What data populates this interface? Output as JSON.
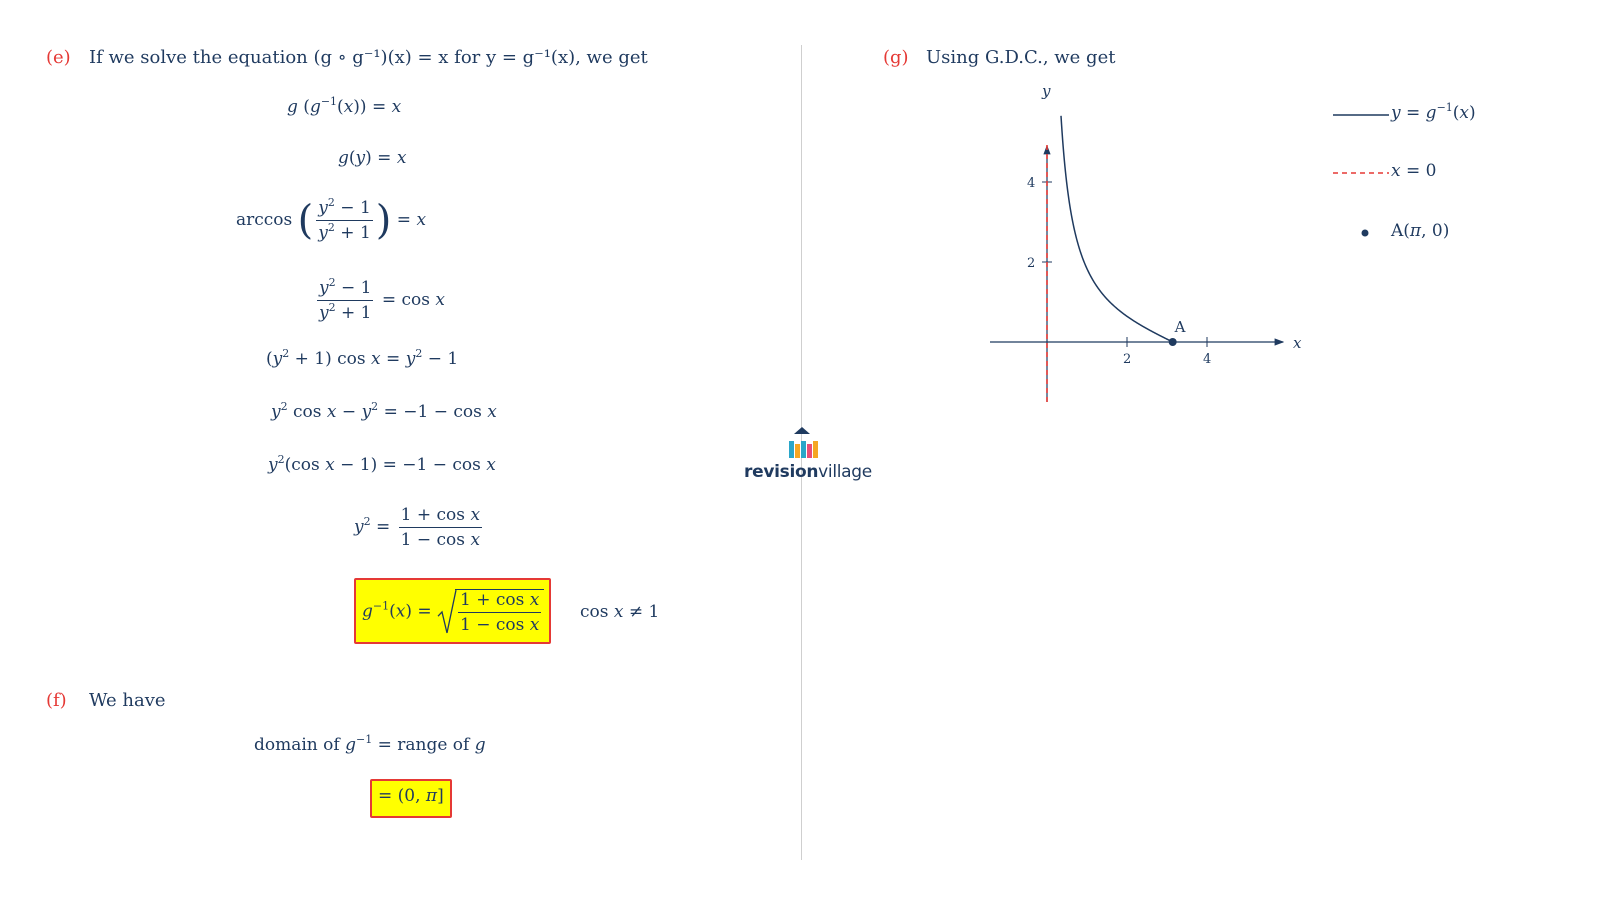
{
  "part_e": {
    "label": "(e)",
    "intro": "If we solve the equation (g ∘ g⁻¹)(x) = x for y = g⁻¹(x), we get",
    "steps": [
      "g(g⁻¹(x)) = x",
      "g(y) = x",
      "arccos((y² − 1)/(y² + 1)) = x",
      "(y² − 1)/(y² + 1) = cos x",
      "(y² + 1) cos x = y² − 1",
      "y² cos x − y² = −1 − cos x",
      "y²(cos x − 1) = −1 − cos x",
      "y² = (1 + cos x)/(1 − cos x)"
    ],
    "answer": "g⁻¹(x) = √((1 + cos x)/(1 − cos x))",
    "condition": "cos x ≠ 1"
  },
  "part_f": {
    "label": "(f)",
    "intro": "We have",
    "line1": "domain of g⁻¹ = range of g",
    "answer": "= (0, π]"
  },
  "part_g": {
    "label": "(g)",
    "intro": "Using G.D.C., we get"
  },
  "logo": {
    "bold": "revision",
    "light": "village"
  },
  "colors": {
    "text": "#1f3a5f",
    "label": "#e53935",
    "highlight": "#ffff00",
    "asymptote": "#e53935"
  },
  "chart_data": {
    "type": "line",
    "xlabel": "x",
    "ylabel": "y",
    "xlim": [
      -1.5,
      6
    ],
    "ylim": [
      -1.5,
      5
    ],
    "x_ticks": [
      2,
      4
    ],
    "y_ticks": [
      2,
      4
    ],
    "grid": false,
    "legend_placement": "right",
    "series": [
      {
        "name": "y = g⁻¹(x)",
        "style": "solid",
        "function": "sqrt((1+cos x)/(1-cos x))",
        "x_range": [
          0.35,
          3.14159
        ]
      },
      {
        "name": "x = 0",
        "style": "dashed",
        "x": [
          0,
          0
        ],
        "y": [
          -1.5,
          5
        ]
      }
    ],
    "points": [
      {
        "name": "A(π, 0)",
        "label": "A",
        "x": 3.14159,
        "y": 0
      }
    ]
  }
}
